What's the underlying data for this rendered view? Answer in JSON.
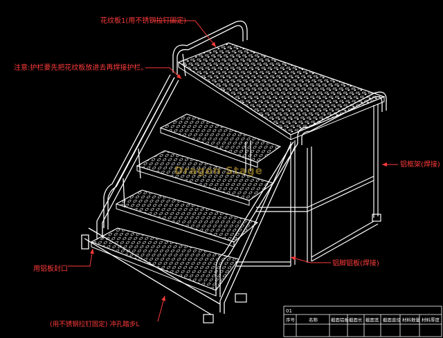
{
  "colors": {
    "background": "#000000",
    "linework": "#ffffff",
    "annotation": "#ff3b3b",
    "watermark": "#d9b23a"
  },
  "annotations": {
    "checker_plate": "花纹板1(用不锈钢拉钉固定)",
    "note": "注意:护栏要先把花纹板放进去再焊接护栏。",
    "aluminum_frame": "铝框架(焊接)",
    "end_cap": "用铝板封口",
    "channel": "铝脚铝板(焊接)",
    "punched_steps": "(用不锈钢拉钉固定) 冲孔踏步L"
  },
  "watermark": "Dragon Stage",
  "title_block": {
    "code": "01",
    "headers": [
      "序号",
      "名称",
      "截面铝板",
      "截面长",
      "截面宽",
      "截面直径",
      "材料数量",
      "材料厚度"
    ]
  }
}
